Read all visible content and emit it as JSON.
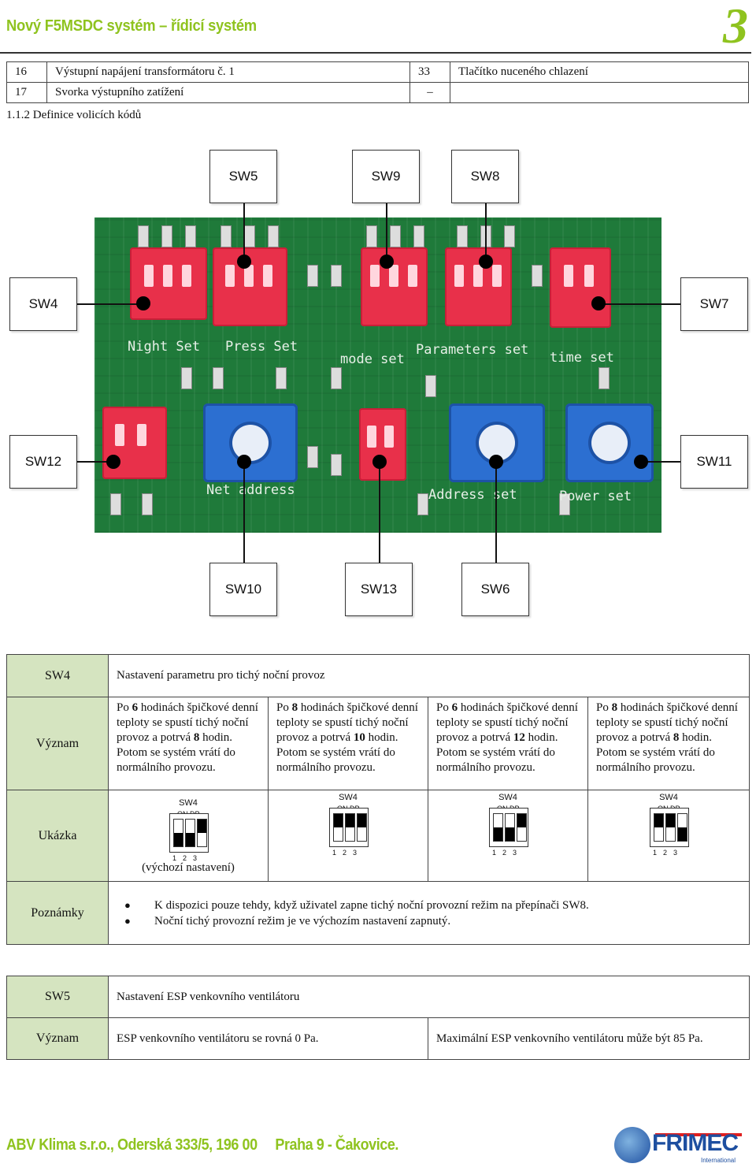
{
  "header": {
    "title": "Nový F5MSDC systém – řídicí systém",
    "chapter": "3"
  },
  "parts_table": {
    "rows": [
      [
        "16",
        "Výstupní napájení transformátoru č. 1",
        "33",
        "Tlačítko nuceného chlazení"
      ],
      [
        "17",
        "Svorka výstupního zatížení",
        "–",
        ""
      ]
    ]
  },
  "section_heading": "1.1.2 Definice volicích kódů",
  "figure": {
    "labels": [
      "SW5",
      "SW9",
      "SW8",
      "SW4",
      "SW7",
      "SW12",
      "SW11",
      "SW10",
      "SW13",
      "SW6"
    ],
    "silkscreen": [
      "Night Set",
      "Press Set",
      "mode set",
      "Parameters set",
      "time set",
      "Net address",
      "Address set",
      "Power set"
    ]
  },
  "sw4_table": {
    "id": "SW4",
    "title": "Nastavení parametru pro tichý noční provoz",
    "meaning_label": "Význam",
    "example_label": "Ukázka",
    "notes_label": "Poznámky",
    "options": [
      {
        "pre": "Po ",
        "h1": "6",
        "mid": " hodinách špičkové denní teploty se spustí tichý noční provoz a potrvá ",
        "h2": "8",
        "post": " hodin. Potom se systém vrátí do normálního provozu."
      },
      {
        "pre": "Po ",
        "h1": "8",
        "mid": " hodinách špičkové denní teploty se spustí tichý noční provoz a potrvá ",
        "h2": "10",
        "post": " hodin. Potom se systém vrátí do normálního provozu."
      },
      {
        "pre": "Po ",
        "h1": "6",
        "mid": " hodinách špičkové denní teploty se spustí tichý noční provoz a potrvá ",
        "h2": "12",
        "post": " hodin. Potom se systém vrátí do normálního provozu."
      },
      {
        "pre": "Po ",
        "h1": "8",
        "mid": " hodinách špičkové denní teploty se spustí tichý noční provoz a potrvá ",
        "h2": "8",
        "post": " hodin. Potom se systém vrátí do normálního provozu."
      }
    ],
    "examples": [
      {
        "title": "SW4",
        "sub": "ON DP",
        "nums": "123",
        "states": [
          "off",
          "off",
          "on"
        ],
        "caption": "(výchozí nastavení)"
      },
      {
        "title": "SW4",
        "sub": "ON DP",
        "nums": "123",
        "states": [
          "on",
          "on",
          "on"
        ],
        "caption": ""
      },
      {
        "title": "SW4",
        "sub": "ON DP",
        "nums": "123",
        "states": [
          "off",
          "off",
          "on"
        ],
        "caption": ""
      },
      {
        "title": "SW4",
        "sub": "ON DP",
        "nums": "123",
        "states": [
          "on",
          "on",
          "off"
        ],
        "caption": ""
      }
    ],
    "notes": [
      "K dispozici pouze tehdy, když uživatel zapne tichý noční provozní režim na přepínači SW8.",
      "Noční tichý provozní režim je ve výchozím nastavení zapnutý."
    ]
  },
  "sw5_table": {
    "id": "SW5",
    "title": "Nastavení ESP venkovního ventilátoru",
    "meaning_label": "Význam",
    "options": [
      "ESP venkovního ventilátoru se rovná 0 Pa.",
      "Maximální ESP venkovního ventilátoru může být 85 Pa."
    ]
  },
  "footer": {
    "address": "ABV Klima s.r.o., Oderská 333/5, 196 00     Praha 9 - Čakovice.",
    "logo_text": "FRIMEC",
    "logo_sub": "International"
  }
}
